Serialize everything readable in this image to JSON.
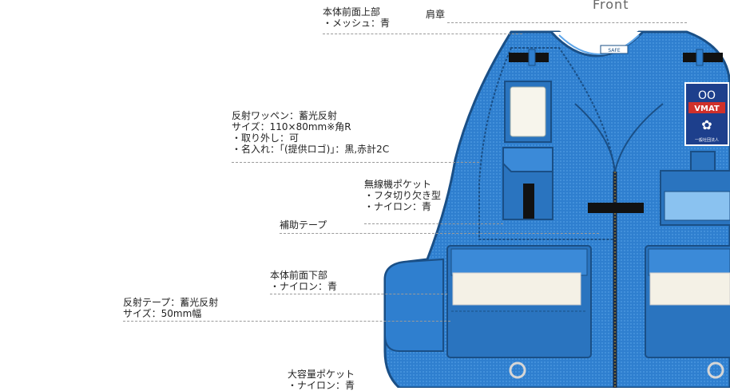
{
  "header": {
    "view_label": "Front"
  },
  "labels": {
    "upper_front": {
      "line1": "本体前面上部",
      "line2": "・メッシュ：青"
    },
    "epaulette": {
      "line1": "肩章"
    },
    "patch": {
      "line1": "反射ワッペン：蓄光反射",
      "line2": "サイズ：110×80mm※角R",
      "line3": "・取り外し：可",
      "line4": "・名入れ：「(提供ロゴ)」：黒,赤計2C"
    },
    "radio_pocket": {
      "line1": "無線機ポケット",
      "line2": "・フタ切り欠き型",
      "line3": "・ナイロン：青"
    },
    "aux_tape": {
      "line1": "補助テープ"
    },
    "lower_front": {
      "line1": "本体前面下部",
      "line2": "・ナイロン：青"
    },
    "reflective_tape": {
      "line1": "反射テープ：蓄光反射",
      "line2": "サイズ：50mm幅"
    },
    "large_pocket": {
      "line1": "大容量ポケット",
      "line2": "・ナイロン：青"
    }
  },
  "badge": {
    "top_text": "OO",
    "mid_text": "VMAT",
    "bottom_text": "一般社団法人"
  },
  "collar_tag": {
    "text": "SAFE"
  },
  "colors": {
    "vest_blue": "#2f7fcf",
    "vest_dark": "#1a4f86",
    "mesh_blue": "#3b8ad8",
    "reflective": "#f4f1e6",
    "badge_red": "#d0302a"
  }
}
